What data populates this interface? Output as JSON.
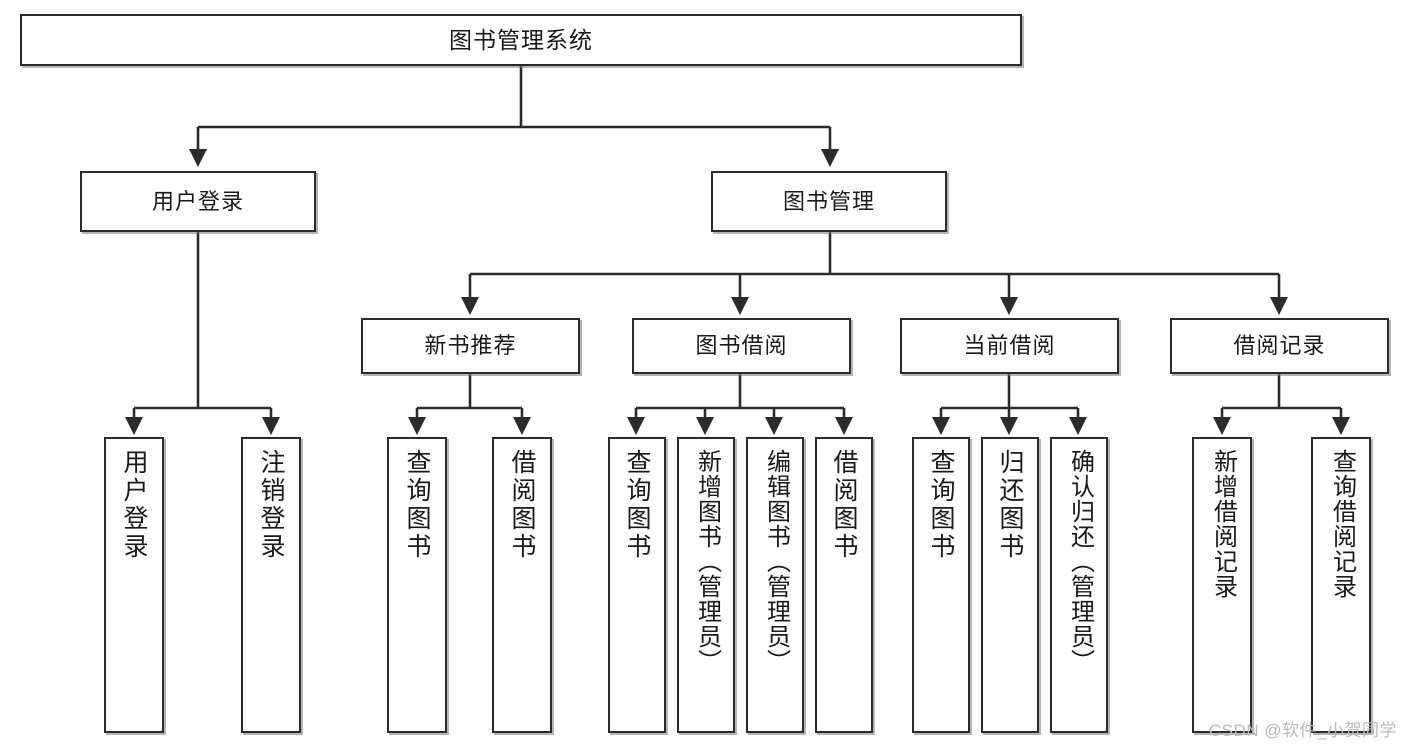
{
  "diagram": {
    "type": "tree",
    "title": "图书管理系统",
    "root": {
      "id": "root",
      "label": "图书管理系统"
    },
    "level2": [
      {
        "id": "user-login",
        "label": "用户登录"
      },
      {
        "id": "book-manage",
        "label": "图书管理"
      }
    ],
    "level3": [
      {
        "id": "new-book-recommend",
        "label": "新书推荐"
      },
      {
        "id": "book-borrow",
        "label": "图书借阅"
      },
      {
        "id": "current-borrow",
        "label": "当前借阅"
      },
      {
        "id": "borrow-record",
        "label": "借阅记录"
      }
    ],
    "leaves": [
      {
        "id": "leaf-user-login",
        "label": "用户登录",
        "parent": "user-login"
      },
      {
        "id": "leaf-user-logout",
        "label": "注销登录",
        "parent": "user-login"
      },
      {
        "id": "leaf-query-book-1",
        "label": "查询图书",
        "parent": "new-book-recommend"
      },
      {
        "id": "leaf-borrow-book-1",
        "label": "借阅图书",
        "parent": "new-book-recommend"
      },
      {
        "id": "leaf-query-book-2",
        "label": "查询图书",
        "parent": "book-borrow"
      },
      {
        "id": "leaf-add-book",
        "label": "新增图书（管理员）",
        "parent": "book-borrow"
      },
      {
        "id": "leaf-edit-book",
        "label": "编辑图书（管理员）",
        "parent": "book-borrow"
      },
      {
        "id": "leaf-borrow-book-2",
        "label": "借阅图书",
        "parent": "book-borrow"
      },
      {
        "id": "leaf-query-book-3",
        "label": "查询图书",
        "parent": "current-borrow"
      },
      {
        "id": "leaf-return-book",
        "label": "归还图书",
        "parent": "current-borrow"
      },
      {
        "id": "leaf-confirm-return",
        "label": "确认归还（管理员）",
        "parent": "current-borrow"
      },
      {
        "id": "leaf-add-record",
        "label": "新增借阅记录",
        "parent": "borrow-record"
      },
      {
        "id": "leaf-query-record",
        "label": "查询借阅记录",
        "parent": "borrow-record"
      }
    ],
    "colors": {
      "box_border": "#2b2b2b",
      "box_fill": "#ffffff",
      "connector": "#2b2b2b",
      "text": "#1a1a1a",
      "watermark": "#b9b9b9"
    }
  },
  "watermark": {
    "text": "CSDN @软件_小贺同学"
  }
}
